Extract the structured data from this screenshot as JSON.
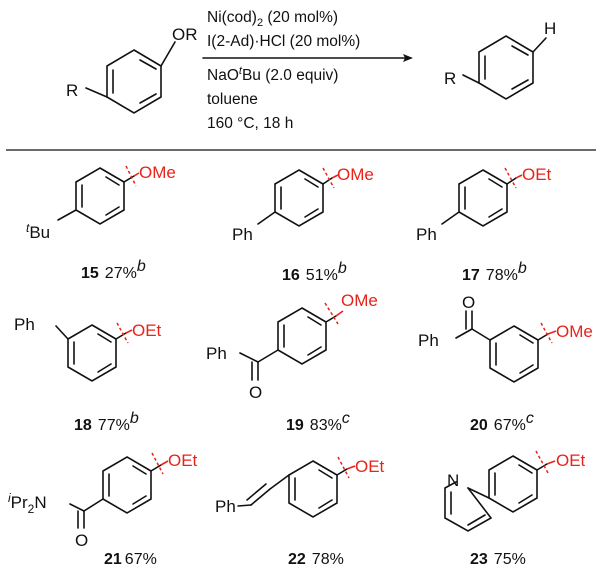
{
  "reaction": {
    "reactant": {
      "substituent": "R",
      "group": "OR"
    },
    "product": {
      "substituent": "R",
      "group": "H"
    },
    "conditions_above": [
      {
        "main": "Ni(cod)",
        "sub": "2",
        "rest": " (20 mol%)"
      },
      {
        "main": "I(2-Ad)·HCl (20 mol%)"
      }
    ],
    "conditions_below": [
      {
        "pre": "NaO",
        "ital": "t",
        "post": "Bu (2.0 equiv)"
      },
      {
        "main": "toluene"
      },
      {
        "main": "160 °C, 18 h"
      }
    ]
  },
  "entries": [
    {
      "id": "15",
      "yield": "27%",
      "note": "b",
      "leaving": "OMe",
      "substituent": "Bu",
      "sub_prefix": "t"
    },
    {
      "id": "16",
      "yield": "51%",
      "note": "b",
      "leaving": "OMe",
      "substituent": "Ph"
    },
    {
      "id": "17",
      "yield": "78%",
      "note": "b",
      "leaving": "OEt",
      "substituent": "Ph"
    },
    {
      "id": "18",
      "yield": "77%",
      "note": "b",
      "leaving": "OEt",
      "substituent": "Ph"
    },
    {
      "id": "19",
      "yield": "83%",
      "note": "c",
      "leaving": "OMe",
      "substituent": "Ph",
      "carbonyl_o": "O"
    },
    {
      "id": "20",
      "yield": "67%",
      "note": "c",
      "leaving": "OMe",
      "substituent": "Ph",
      "carbonyl_o": "O"
    },
    {
      "id": "21",
      "yield": "67%",
      "leaving": "OEt",
      "sub_prefix": "i",
      "sub_main": "Pr",
      "sub_index": "2",
      "sub_suffix": "N",
      "carbonyl_o": "O"
    },
    {
      "id": "22",
      "yield": "78%",
      "leaving": "OEt",
      "substituent": "Ph"
    },
    {
      "id": "23",
      "yield": "75%",
      "leaving": "OEt",
      "heteroatom": "N"
    }
  ]
}
